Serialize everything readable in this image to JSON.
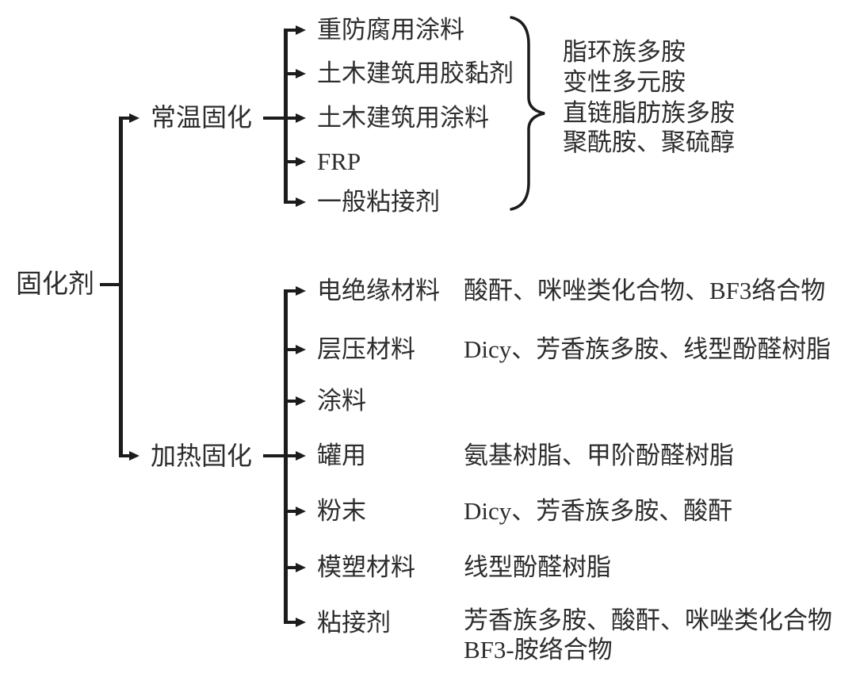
{
  "root": {
    "label": "固化剂"
  },
  "room_temp": {
    "label": "常温固化",
    "applications": [
      "重防腐用涂料",
      "土木建筑用胶黏剂",
      "土木建筑用涂料",
      "FRP",
      "一般粘接剂"
    ],
    "agents": [
      "脂环族多胺",
      "变性多元胺",
      "直链脂肪族多胺",
      "聚酰胺、聚硫醇"
    ]
  },
  "heat": {
    "label": "加热固化",
    "rows": [
      {
        "application": "电绝缘材料",
        "agents": "酸酐、咪唑类化合物、BF3络合物"
      },
      {
        "application": "层压材料",
        "agents": "Dicy、芳香族多胺、线型酚醛树脂"
      },
      {
        "application": "涂料",
        "agents": ""
      },
      {
        "application": "罐用",
        "agents": "氨基树脂、甲阶酚醛树脂"
      },
      {
        "application": "粉末",
        "agents": "Dicy、芳香族多胺、酸酐"
      },
      {
        "application": "模塑材料",
        "agents": "线型酚醛树脂"
      },
      {
        "application": "粘接剂",
        "agents": "芳香族多胺、酸酐、咪唑类化合物",
        "agents_line2": "BF3-胺络合物"
      }
    ]
  },
  "colors": {
    "line": "#1c1c1c",
    "text": "#2d2d2d",
    "background": "#ffffff"
  }
}
